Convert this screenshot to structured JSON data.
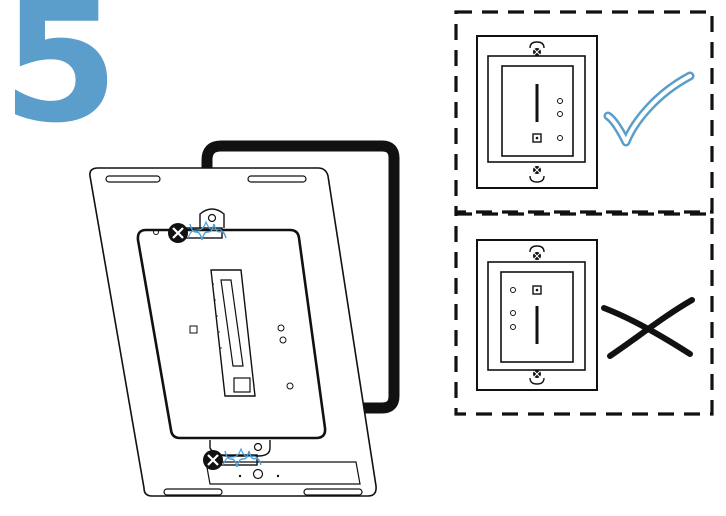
{
  "step": {
    "number": "5",
    "color": "#5b9ecb"
  },
  "colors": {
    "line": "#111111",
    "screw_thread": "#4a9fd8",
    "check": "#5b9ecb"
  },
  "panels": {
    "correct": {
      "icon": "check-mark-icon",
      "orientation": "status-led-bottom"
    },
    "incorrect": {
      "icon": "cross-mark-icon",
      "orientation": "status-led-top"
    }
  },
  "screws": {
    "count": 2,
    "icon": "screw-icon"
  }
}
